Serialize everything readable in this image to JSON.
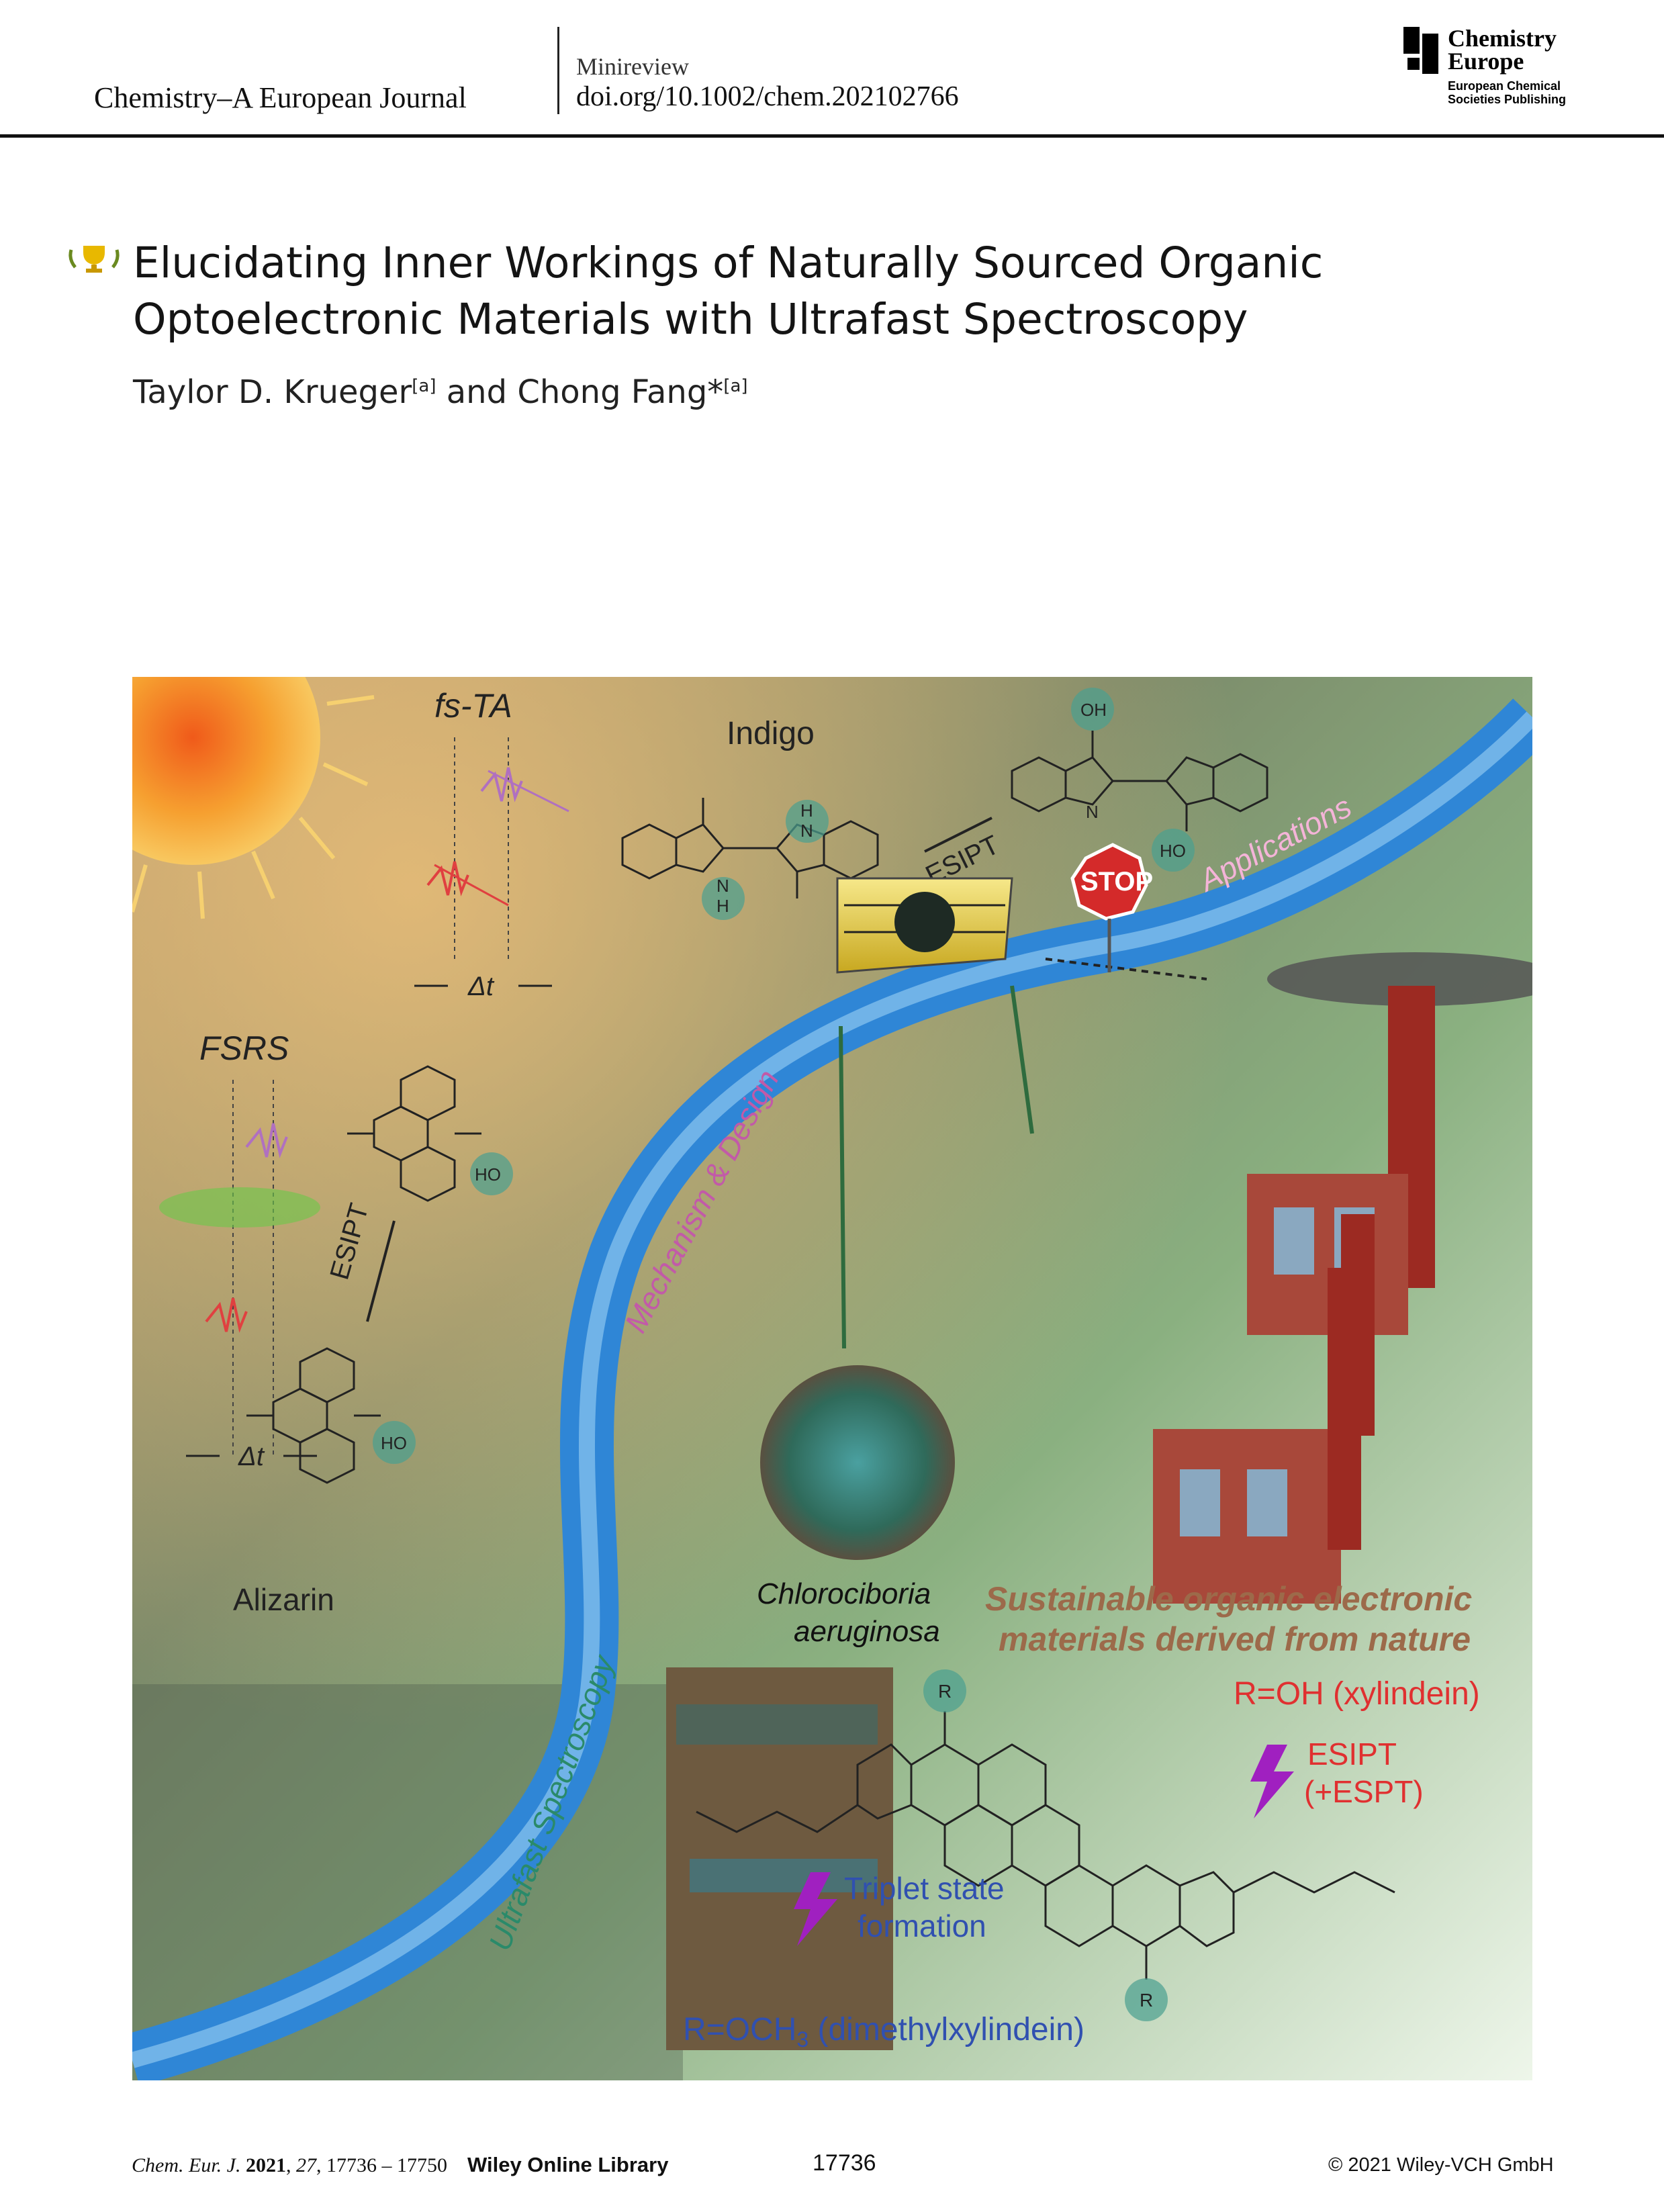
{
  "header": {
    "journal": "Chemistry–A European Journal",
    "article_type": "Minireview",
    "doi": "doi.org/10.1002/chem.202102766",
    "publisher_logo": {
      "name_line1": "Chemistry",
      "name_line2": "Europe",
      "sub_line1": "European Chemical",
      "sub_line2": "Societies Publishing"
    }
  },
  "article": {
    "title_line1": "Elucidating Inner Workings of Naturally Sourced Organic",
    "title_line2": "Optoelectronic Materials with Ultrafast Spectroscopy",
    "author1": "Taylor D. Krueger",
    "author1_affil": "[a]",
    "and": "and",
    "author2": "Chong Fang*",
    "author2_affil": "[a]",
    "award_icon": "trophy-icon"
  },
  "figure": {
    "fs_ta": "fs-TA",
    "fsrs": "FSRS",
    "delta_t": "Δt",
    "indigo": "Indigo",
    "esipt": "ESIPT",
    "oh": "OH",
    "ho": "HO",
    "nh_n": "N",
    "nh_h": "H",
    "ring_n": "N",
    "hn_h": "H",
    "hn_n": "N",
    "r": "R",
    "applications": "Applications",
    "mechanism": "Mechanism & Design",
    "ultrafast": "Ultrafast Spectroscopy",
    "stop": "STOP",
    "fungus_line1": "Chlorociboria",
    "fungus_line2": "aeruginosa",
    "sustainable_line1": "Sustainable organic electronic",
    "sustainable_line2": "materials derived from nature",
    "alizarin": "Alizarin",
    "xylindein": "R=OH (xylindein)",
    "esipt_label": "ESIPT",
    "espt_label": "(+ESPT)",
    "triplet_line1": "Triplet state",
    "triplet_line2": "formation",
    "dimethyl_prefix": "R=OCH",
    "dimethyl_sub": "3",
    "dimethyl_suffix": " (dimethylxylindein)"
  },
  "footer": {
    "citation_journal": "Chem. Eur. J.",
    "citation_year": "2021",
    "citation_volume": "27",
    "citation_pages": ", 17736 – 17750",
    "library": "Wiley Online Library",
    "page_number": "17736",
    "copyright": "© 2021 Wiley-VCH GmbH"
  },
  "colors": {
    "ribbon_blue": "#2f86d6",
    "applications_text": "#f4b4d8",
    "mechanism_text": "#c25aa8",
    "ultrafast_text": "#2a8a6a",
    "sustainable_text": "#9c6a4a",
    "xylindein_text": "#e03030",
    "dimethyl_text": "#3050b0"
  }
}
